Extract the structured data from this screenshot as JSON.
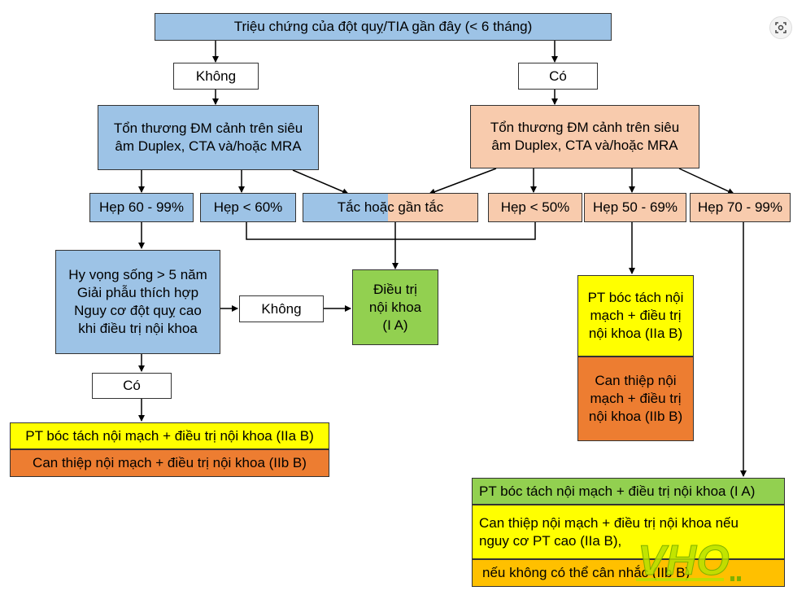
{
  "diagram": {
    "top": "Triệu chứng của đột quỵ/TIA gần đây (< 6 tháng)",
    "no_left": "Không",
    "yes_right": "Có",
    "lesion_left": "Tổn thương ĐM cảnh trên siêu\nâm Duplex, CTA và/hoặc MRA",
    "lesion_right": "Tổn thương ĐM cảnh trên siêu\nâm Duplex, CTA và/hoặc MRA",
    "stenosis_60_99": "Hẹp 60 - 99%",
    "stenosis_lt60": "Hẹp < 60%",
    "occlusion": "Tắc hoặc gần tắc",
    "stenosis_lt50": "Hẹp < 50%",
    "stenosis_50_69": "Hẹp 50 - 69%",
    "stenosis_70_99": "Hẹp 70 - 99%",
    "criteria": "Hy vọng sống > 5 năm\nGiải phẫu thích hợp\nNguy cơ đột quỵ cao\nkhi điều trị nội khoa",
    "no_mid": "Không",
    "medical": "Điều trị\nnội khoa\n(I A)",
    "yes_left": "Có",
    "left_yellow": "PT bóc tách nội mạch + điều trị nội khoa (IIa B)",
    "left_orange": "Can thiệp nội mạch + điều trị nội khoa (IIb B)",
    "mid_yellow": "PT bóc tách nội\nmạch + điều trị\nnội khoa (IIa B)",
    "mid_orange": "Can thiệp nội\nmạch + điều trị\nnội khoa (IIb B)",
    "br_green": "PT bóc tách nội mạch + điều trị nội khoa (I A)",
    "br_yellow": "Can thiệp nội mạch + điều trị nội khoa nếu\nnguy cơ PT cao (IIa B),",
    "br_gold": "nếu không có thể cân nhắc (IIb B)"
  },
  "colors": {
    "blue": "#9dc3e6",
    "peach": "#f8cbad",
    "green": "#92d050",
    "yellow": "#ffff00",
    "orange": "#ed7d31",
    "gold": "#ffc000"
  },
  "icons": {
    "scan_button": "scan-icon",
    "logo": "vho-logo"
  },
  "logo_text": "VHO"
}
